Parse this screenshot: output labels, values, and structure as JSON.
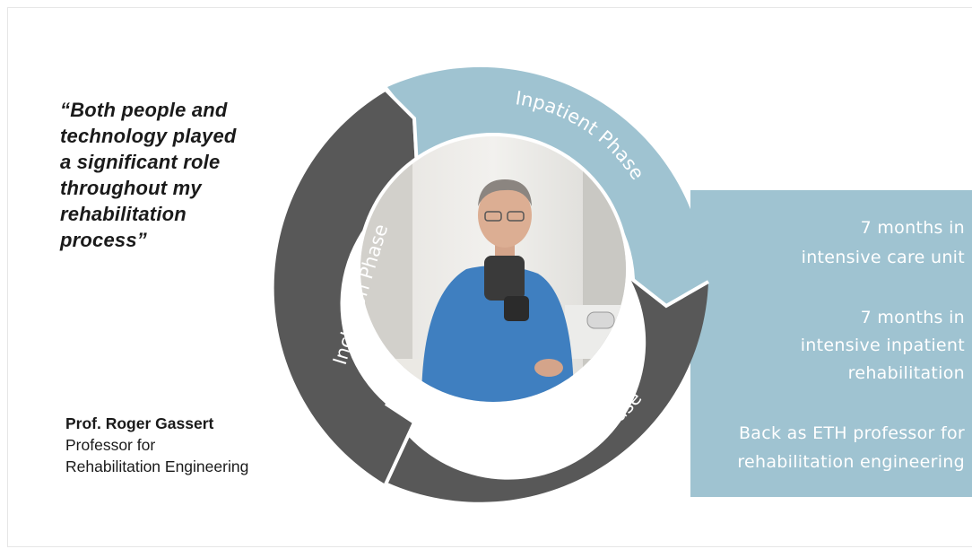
{
  "quote": {
    "lines": [
      "“Both people and",
      "technology played",
      "a significant role",
      "throughout my",
      "rehabilitation",
      "process”"
    ]
  },
  "person": {
    "name": "Prof. Roger Gassert",
    "title_line1": "Professor for",
    "title_line2": "Rehabilitation Engineering"
  },
  "phases": {
    "inpatient": "Inpatient Phase",
    "inclusion": "Inclusion Phase",
    "outpatient": "Outpatient Phase"
  },
  "info": {
    "item1_line1": "7 months in",
    "item1_line2": "intensive care unit",
    "item2_line1": "7 months in",
    "item2_line2": "intensive inpatient",
    "item2_line3": "rehabilitation",
    "item3_line1": "Back as ETH professor for",
    "item3_line2": "rehabilitation engineering"
  },
  "colors": {
    "light_blue": "#9fc3d1",
    "dark_gray": "#585858",
    "white": "#ffffff"
  },
  "photo": {
    "icon": "portrait-photo",
    "description_visible": false
  }
}
